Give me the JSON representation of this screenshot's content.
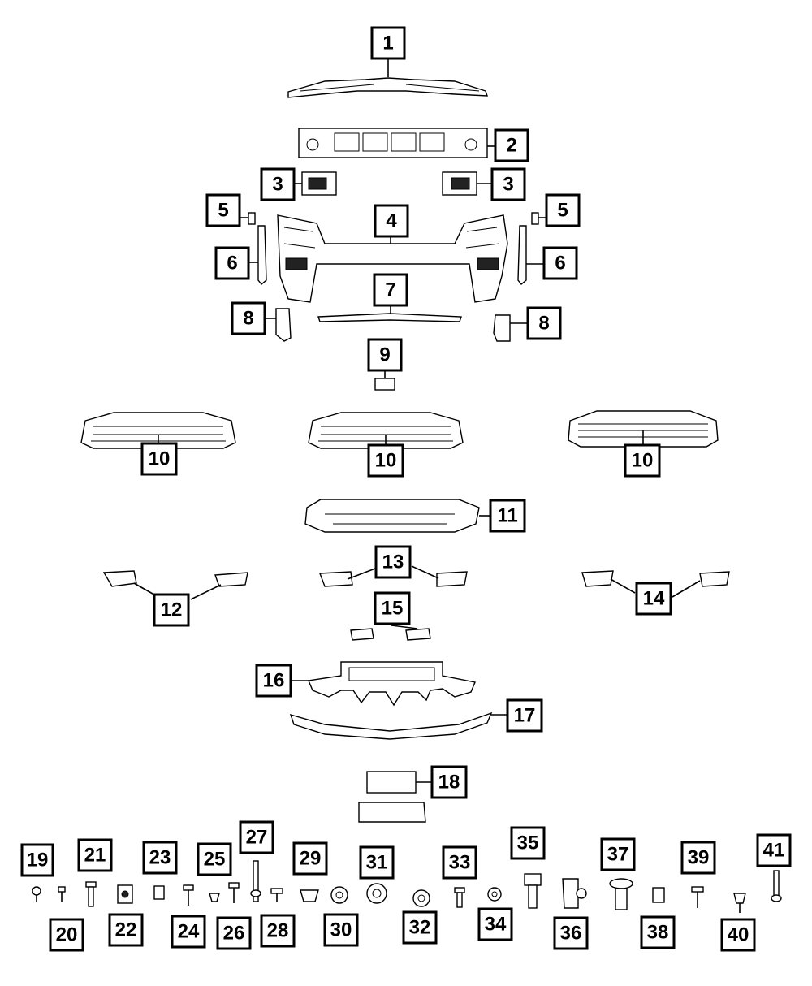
{
  "diagram": {
    "callouts": {
      "c1": "1",
      "c2": "2",
      "c3a": "3",
      "c3b": "3",
      "c4": "4",
      "c5a": "5",
      "c5b": "5",
      "c6a": "6",
      "c6b": "6",
      "c7": "7",
      "c8a": "8",
      "c8b": "8",
      "c9": "9",
      "c10a": "10",
      "c10b": "10",
      "c10c": "10",
      "c11": "11",
      "c12": "12",
      "c13": "13",
      "c14": "14",
      "c15": "15",
      "c16": "16",
      "c17": "17",
      "c18": "18",
      "c19": "19",
      "c20": "20",
      "c21": "21",
      "c22": "22",
      "c23": "23",
      "c24": "24",
      "c25": "25",
      "c26": "26",
      "c27": "27",
      "c28": "28",
      "c29": "29",
      "c30": "30",
      "c31": "31",
      "c32": "32",
      "c33": "33",
      "c34": "34",
      "c35": "35",
      "c36": "36",
      "c37": "37",
      "c38": "38",
      "c39": "39",
      "c40": "40",
      "c41": "41"
    }
  }
}
